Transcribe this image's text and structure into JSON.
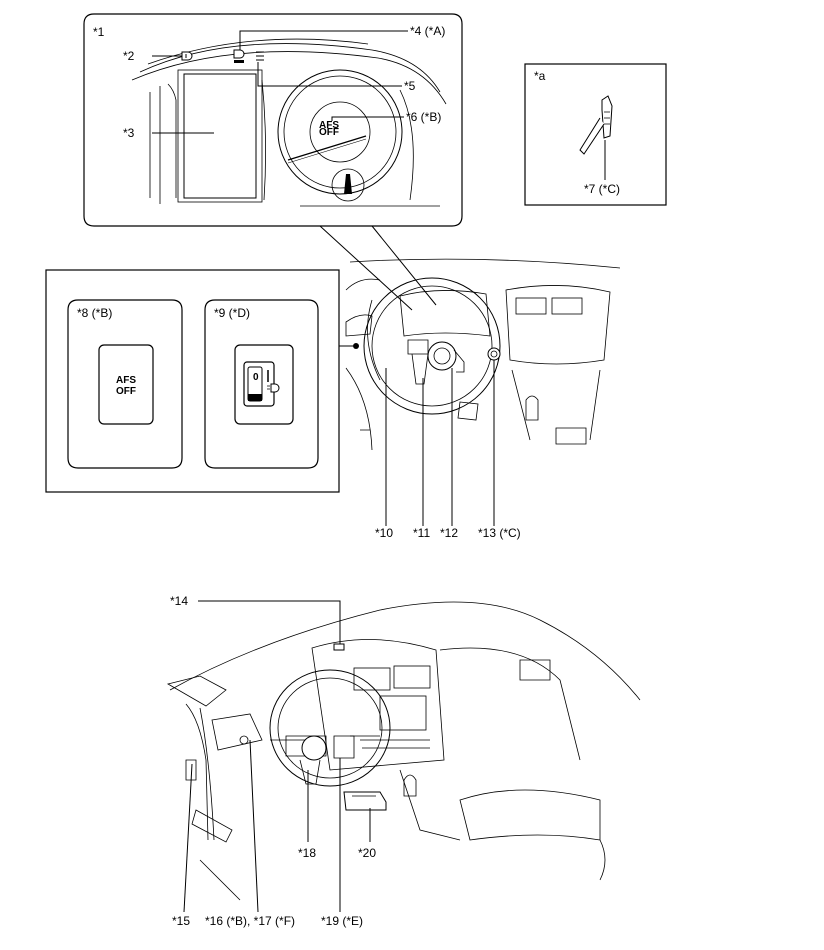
{
  "callouts": {
    "c1": "*1",
    "c2": "*2",
    "c3": "*3",
    "c4": "*4 (*A)",
    "c5": "*5",
    "c6": "*6 (*B)",
    "ca": "*a",
    "c7": "*7 (*C)",
    "c8": "*8 (*B)",
    "c9": "*9 (*D)",
    "c10": "*10",
    "c11": "*11",
    "c12": "*12",
    "c13": "*13 (*C)",
    "c14": "*14",
    "c15": "*15",
    "c16_17": "*16 (*B), *17 (*F)",
    "c18": "*18",
    "c19": "*19 (*E)",
    "c20": "*20"
  },
  "switch_labels": {
    "afs_line1": "AFS",
    "afs_line2": "OFF",
    "gauge_afs_line1": "AFS",
    "gauge_afs_line2": "OFF",
    "leveling_zero": "0"
  }
}
